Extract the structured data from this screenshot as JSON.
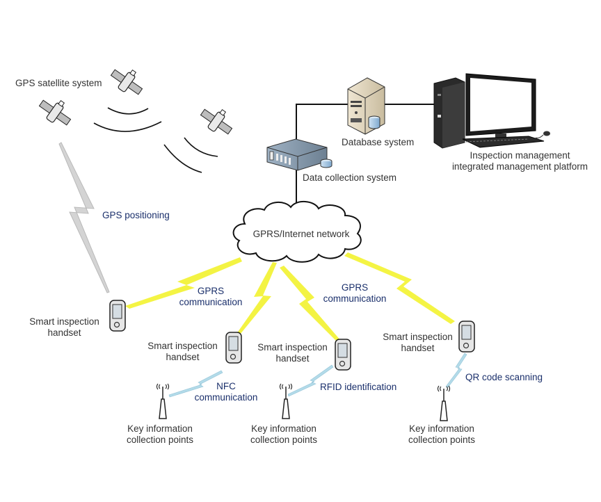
{
  "diagram": {
    "nodes": {
      "gps_satellites": {
        "label": "GPS satellite system"
      },
      "database": {
        "label": "Database system"
      },
      "platform": {
        "label_line1": "Inspection management",
        "label_line2": "integrated management platform"
      },
      "data_collection": {
        "label": "Data collection system"
      },
      "network": {
        "label": "GPRS/Internet network"
      },
      "handsets": [
        {
          "label_line1": "Smart inspection",
          "label_line2": "handset"
        },
        {
          "label_line1": "Smart inspection",
          "label_line2": "handset"
        },
        {
          "label_line1": "Smart inspection",
          "label_line2": "handset"
        },
        {
          "label_line1": "Smart inspection",
          "label_line2": "handset"
        }
      ],
      "collection_points": [
        {
          "label_line1": "Key information",
          "label_line2": "collection points"
        },
        {
          "label_line1": "Key information",
          "label_line2": "collection points"
        },
        {
          "label_line1": "Key information",
          "label_line2": "collection points"
        }
      ]
    },
    "links": {
      "gps": {
        "label": "GPS positioning"
      },
      "gprs_left": {
        "label_line1": "GPRS",
        "label_line2": "communication"
      },
      "gprs_right": {
        "label_line1": "GPRS",
        "label_line2": "communication"
      },
      "nfc": {
        "label_line1": "NFC",
        "label_line2": "communication"
      },
      "rfid": {
        "label": "RFID identification"
      },
      "qr": {
        "label": "QR code scanning"
      }
    },
    "colors": {
      "link_label": "#1a2f6b",
      "gprs_bolt": "#f5f51e",
      "gps_bolt": "#c8c8c8",
      "short_bolt": "#a8d4e4"
    }
  }
}
